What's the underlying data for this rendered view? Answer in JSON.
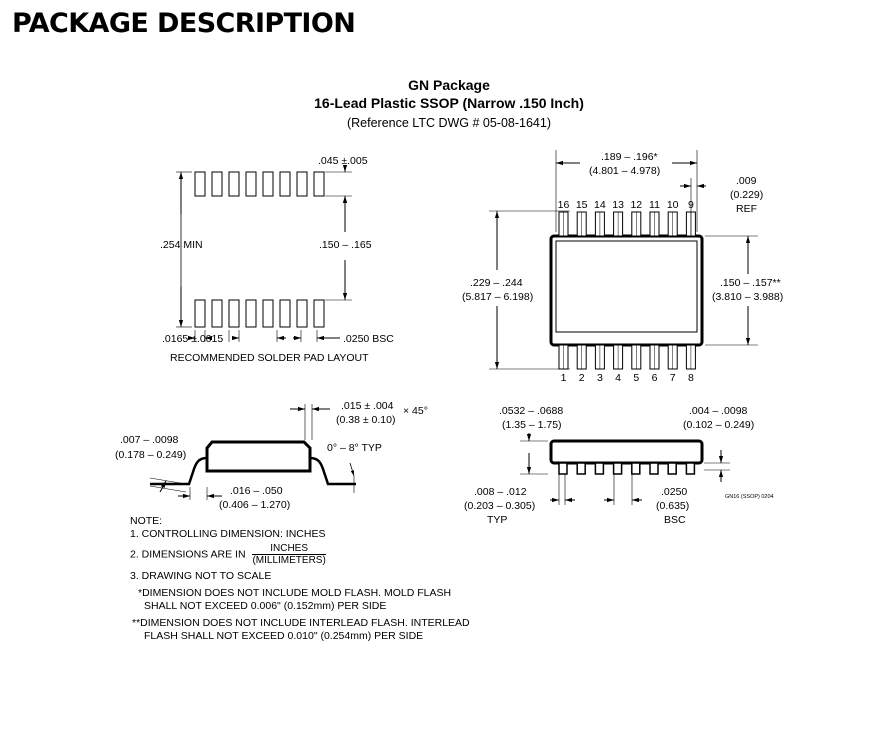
{
  "page": {
    "title": "PACKAGE DESCRIPTION"
  },
  "package": {
    "name": "GN Package",
    "description": "16-Lead Plastic SSOP (Narrow .150 Inch)",
    "reference": "(Reference LTC DWG # 05-08-1641)"
  },
  "pad_layout": {
    "pad_pitch_label": ".045 ±.005",
    "row_span_label": ".254 MIN",
    "inner_span_label": ".150 – .165",
    "pad_width_label": ".0165 ±.0015",
    "pad_spacing_label": ".0250 BSC",
    "caption": "RECOMMENDED SOLDER PAD LAYOUT"
  },
  "top_view": {
    "length_label": ".189 – .196*",
    "length_mm": "(4.801 – 4.978)",
    "ref_label": ".009",
    "ref_mm": "(0.229)",
    "ref_suffix": "REF",
    "width_label": ".229 – .244",
    "width_mm": "(5.817 – 6.198)",
    "body_width_label": ".150 – .157**",
    "body_width_mm": "(3.810 – 3.988)",
    "pins_top": [
      "16",
      "15",
      "14",
      "13",
      "12",
      "11",
      "10",
      "9"
    ],
    "pins_bottom": [
      "1",
      "2",
      "3",
      "4",
      "5",
      "6",
      "7",
      "8"
    ]
  },
  "side_view": {
    "chamfer_label": ".015 ± .004",
    "chamfer_mm": "(0.38 ± 0.10)",
    "chamfer_angle": "× 45°",
    "lead_thickness_label": ".007 – .0098",
    "lead_thickness_mm": "(0.178 – 0.249)",
    "angle_label": "0° – 8° TYP",
    "foot_length_label": ".016 – .050",
    "foot_length_mm": "(0.406 – 1.270)"
  },
  "end_view": {
    "height_label": ".0532 – .0688",
    "height_mm": "(1.35 – 1.75)",
    "standoff_label": ".004 – .0098",
    "standoff_mm": "(0.102 – 0.249)",
    "lead_width_label": ".008 – .012",
    "lead_width_mm": "(0.203 – 0.305)",
    "lead_width_suffix": "TYP",
    "pitch_label": ".0250",
    "pitch_mm": "(0.635)",
    "pitch_suffix": "BSC",
    "drawing_id": "GN16 (SSOP) 0204"
  },
  "notes": {
    "heading": "NOTE:",
    "note1": "1. CONTROLLING DIMENSION: INCHES",
    "note2_prefix": "2. DIMENSIONS ARE IN",
    "note2_num": "INCHES",
    "note2_den": "(MILLIMETERS)",
    "note3": "3. DRAWING NOT TO SCALE",
    "footnote1_line1": "*DIMENSION DOES NOT INCLUDE MOLD FLASH. MOLD FLASH",
    "footnote1_line2": "SHALL NOT EXCEED 0.006\" (0.152mm) PER SIDE",
    "footnote2_line1": "**DIMENSION DOES NOT INCLUDE INTERLEAD FLASH. INTERLEAD",
    "footnote2_line2": "FLASH SHALL NOT EXCEED 0.010\" (0.254mm) PER SIDE"
  }
}
